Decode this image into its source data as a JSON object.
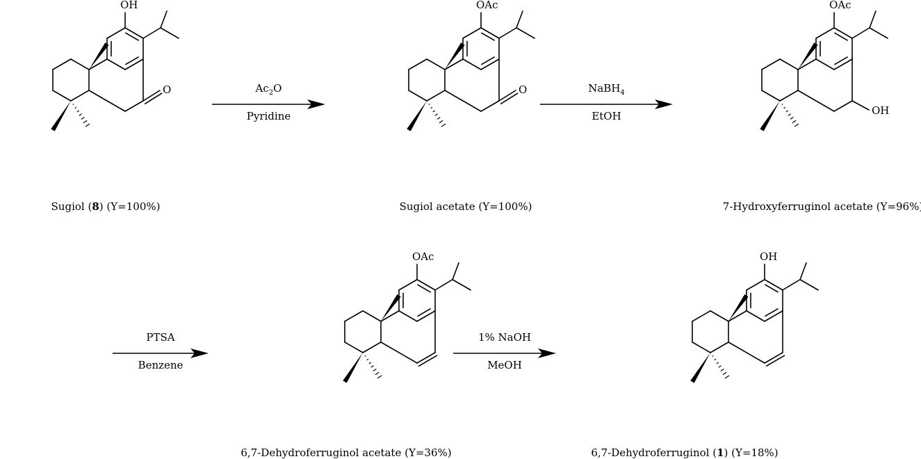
{
  "compounds": [
    {
      "name": "Sugiol",
      "ref": "8",
      "yield": "(Y=100%)",
      "r_group": "OH",
      "c7": "ketone",
      "c7_label": "O",
      "c6c7_double": false
    },
    {
      "name": "Sugiol acetate",
      "ref": "",
      "yield": "(Y=100%)",
      "r_group": "OAc",
      "c7": "ketone",
      "c7_label": "O",
      "c6c7_double": false
    },
    {
      "name": "7-Hydroxyferruginol acetate",
      "ref": "",
      "yield": "(Y=96%)",
      "r_group": "OAc",
      "c7": "hydroxyl",
      "c7_label": "OH",
      "c6c7_double": false
    },
    {
      "name": "6,7-Dehydroferruginol acetate",
      "ref": "",
      "yield": "(Y=36%)",
      "r_group": "OAc",
      "c7": "none",
      "c7_label": "",
      "c6c7_double": true
    },
    {
      "name": "6,7-Dehydroferruginol",
      "ref": "1",
      "yield": "(Y=18%)",
      "r_group": "OH",
      "c7": "none",
      "c7_label": "",
      "c6c7_double": true
    }
  ],
  "reactions": [
    {
      "reagent": "Ac2O",
      "reagent_main": "Ac",
      "reagent_sub": "2",
      "reagent_tail": "O",
      "solvent": "Pyridine"
    },
    {
      "reagent": "NaBH4",
      "reagent_main": "NaBH",
      "reagent_sub": "4",
      "reagent_tail": "",
      "solvent": "EtOH"
    },
    {
      "reagent": "PTSA",
      "reagent_main": "PTSA",
      "reagent_sub": "",
      "reagent_tail": "",
      "solvent": "Benzene"
    },
    {
      "reagent": "1% NaOH",
      "reagent_main": "1% NaOH",
      "reagent_sub": "",
      "reagent_tail": "",
      "solvent": "MeOH"
    }
  ]
}
